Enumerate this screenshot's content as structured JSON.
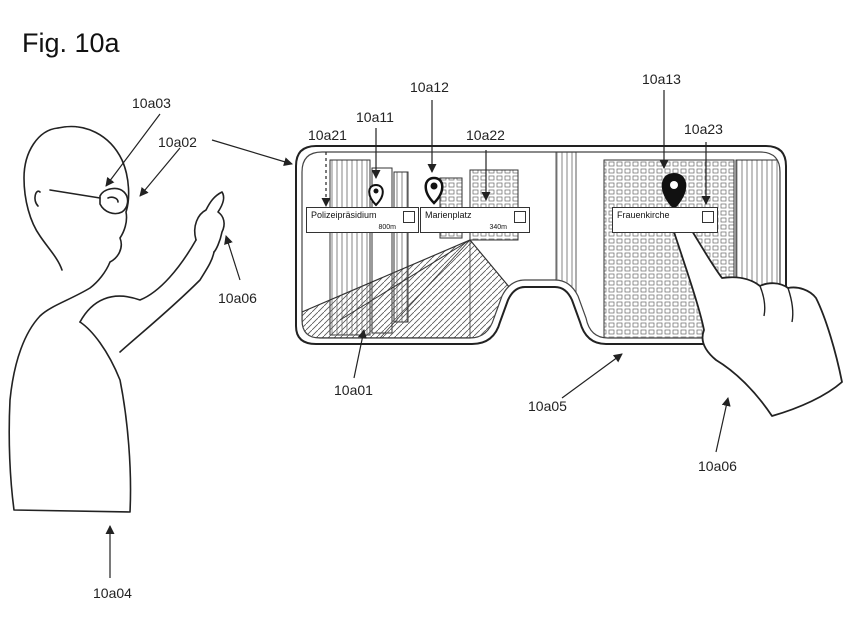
{
  "figure": {
    "title": "Fig. 10a"
  },
  "refs": {
    "display": "10a01",
    "eye": "10a02",
    "glasses": "10a03",
    "user": "10a04",
    "glasses_frame": "10a05",
    "hand_left": "10a06",
    "hand_right": "10a06",
    "pin_1": "10a11",
    "pin_2": "10a12",
    "pin_3": "10a13",
    "arrow_1": "10a21",
    "arrow_2": "10a22",
    "arrow_3": "10a23"
  },
  "labels": [
    {
      "name": "Polizeipräsidium",
      "distance": "800m"
    },
    {
      "name": "Marienplatz",
      "distance": "340m"
    },
    {
      "name": "Frauenkirche",
      "distance": ""
    }
  ]
}
